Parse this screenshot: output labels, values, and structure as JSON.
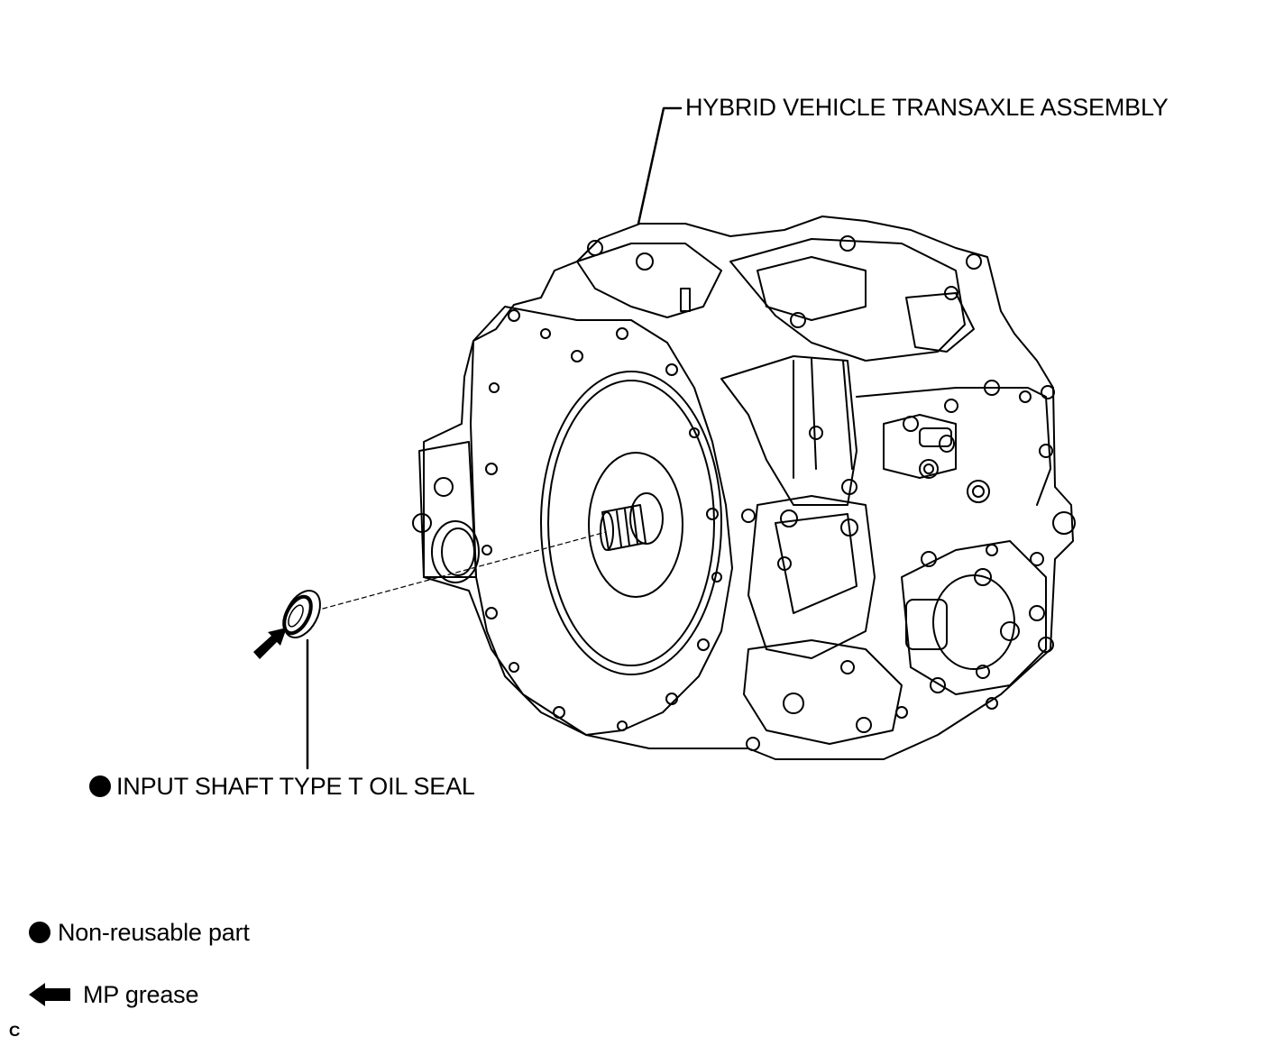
{
  "callouts": {
    "transaxle": "HYBRID VEHICLE TRANSAXLE ASSEMBLY",
    "oil_seal": "INPUT SHAFT TYPE T OIL SEAL"
  },
  "legend": {
    "non_reusable": "Non-reusable part",
    "mp_grease": "MP grease"
  },
  "figure_code": "C",
  "colors": {
    "line": "#000000",
    "background": "#ffffff"
  },
  "icons": [
    "filled-circle-icon",
    "grease-arrow-icon"
  ]
}
